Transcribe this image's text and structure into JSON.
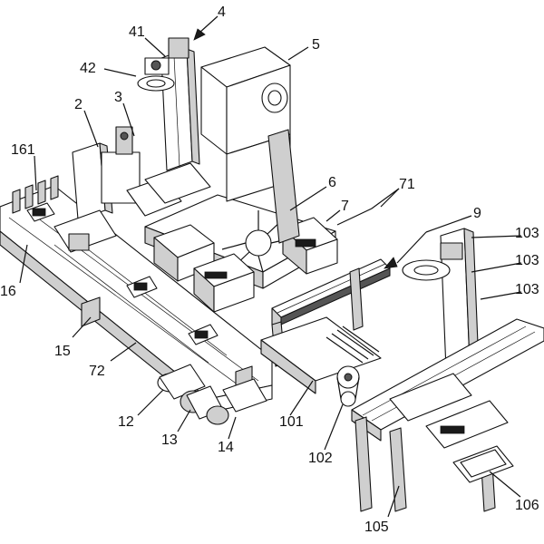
{
  "diagram": {
    "labels": [
      {
        "id": "4",
        "text": "4"
      },
      {
        "id": "41",
        "text": "41"
      },
      {
        "id": "42",
        "text": "42"
      },
      {
        "id": "5",
        "text": "5"
      },
      {
        "id": "2",
        "text": "2"
      },
      {
        "id": "3",
        "text": "3"
      },
      {
        "id": "161",
        "text": "161"
      },
      {
        "id": "6",
        "text": "6"
      },
      {
        "id": "71",
        "text": "71"
      },
      {
        "id": "7",
        "text": "7"
      },
      {
        "id": "9",
        "text": "9"
      },
      {
        "id": "103a",
        "text": "103"
      },
      {
        "id": "103b",
        "text": "103"
      },
      {
        "id": "103c",
        "text": "103"
      },
      {
        "id": "16",
        "text": "16"
      },
      {
        "id": "15",
        "text": "15"
      },
      {
        "id": "72",
        "text": "72"
      },
      {
        "id": "12",
        "text": "12"
      },
      {
        "id": "13",
        "text": "13"
      },
      {
        "id": "14",
        "text": "14"
      },
      {
        "id": "101",
        "text": "101"
      },
      {
        "id": "102",
        "text": "102"
      },
      {
        "id": "105",
        "text": "105"
      },
      {
        "id": "106",
        "text": "106"
      }
    ]
  }
}
